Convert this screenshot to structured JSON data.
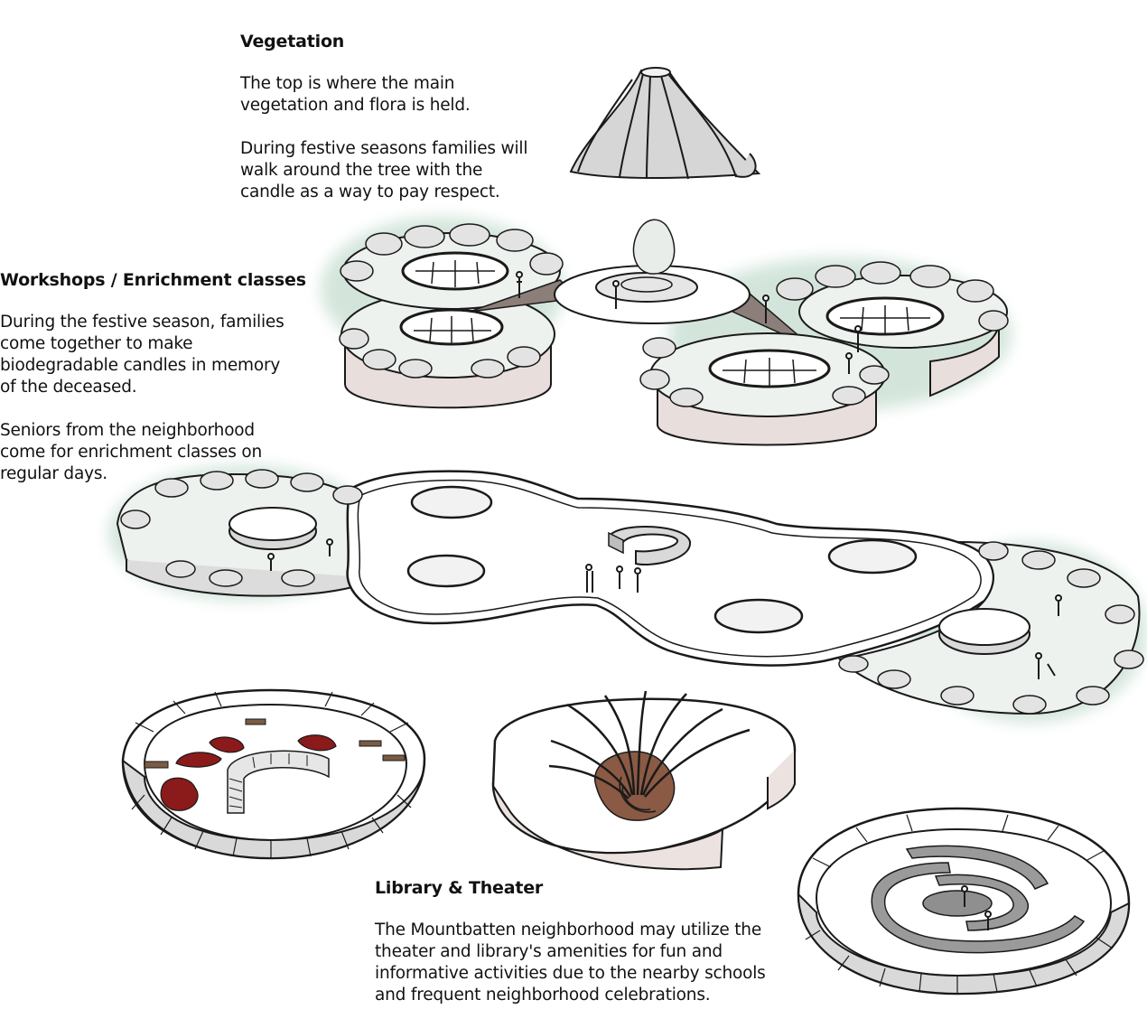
{
  "sections": {
    "vegetation": {
      "title": "Vegetation",
      "paragraphs": [
        "The top is where the main\nvegetation and flora is held.",
        "During festive seasons families will\nwalk around the tree with the\ncandle as a way to pay respect."
      ]
    },
    "workshops": {
      "title": "Workshops / Enrichment classes",
      "paragraphs": [
        "During the festive season, families\ncome together to make\nbiodegradable candles in memory\nof the deceased.",
        "Seniors from the neighborhood\ncome for enrichment classes on\nregular days."
      ]
    },
    "library": {
      "title": "Library & Theater",
      "paragraphs": [
        "The Mountbatten neighborhood may utilize the\ntheater and library's amenities for fun and\ninformative activities due to the nearby schools\nand frequent neighborhood celebrations."
      ]
    }
  },
  "colors": {
    "vegetation_wash": "#cfe3d8",
    "walls": "#d9d9d9",
    "walls_tint": "#e8dedb",
    "furniture": "#8b1a1a",
    "earth": "#8a5a44",
    "bridge": "#8c7e79",
    "ink": "#1a1a1a"
  }
}
